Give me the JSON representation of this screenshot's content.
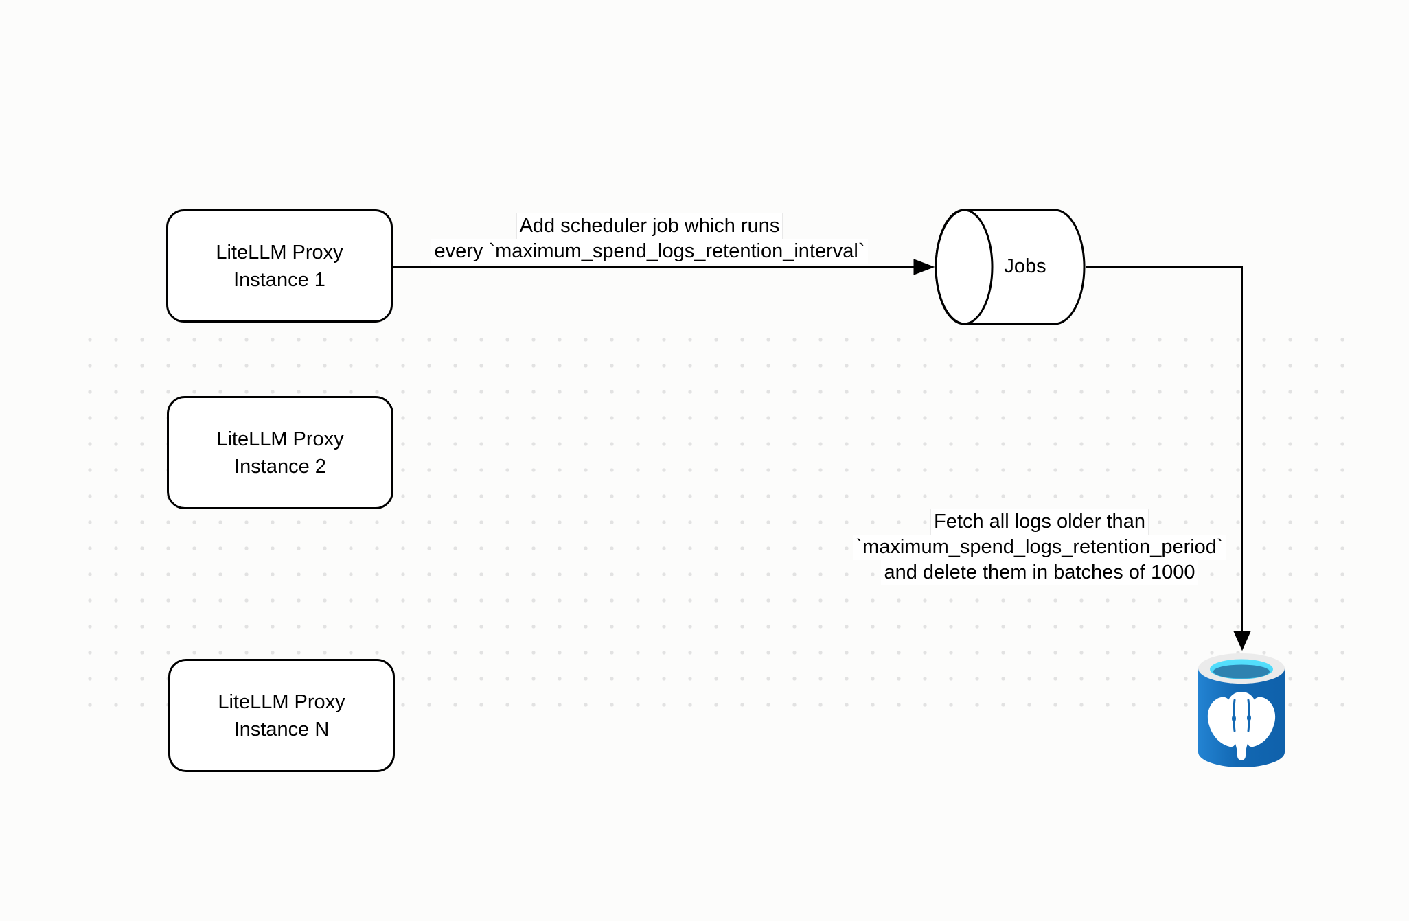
{
  "diagram": {
    "proxy_instances": [
      {
        "line1": "LiteLLM Proxy",
        "line2": "Instance 1"
      },
      {
        "line1": "LiteLLM Proxy",
        "line2": "Instance 2"
      },
      {
        "line1": "LiteLLM Proxy",
        "line2": "Instance N"
      }
    ],
    "jobs_queue": {
      "label": "Jobs"
    },
    "edges": {
      "scheduler": {
        "line1": "Add scheduler job which runs",
        "line2": "every `maximum_spend_logs_retention_interval`"
      },
      "cleanup": {
        "line1": "Fetch all logs older than",
        "line2": "`maximum_spend_logs_retention_period`",
        "line3": "and delete them in batches of 1000"
      }
    },
    "database": {
      "icon": "postgresql-database-icon"
    }
  },
  "colors": {
    "background": "#fcfcfb",
    "grid_dot": "#e2e2e2",
    "shape_stroke": "#000000",
    "shape_fill": "#ffffff",
    "postgres_blue_light": "#2383d2",
    "postgres_blue_dark": "#0f61ab",
    "postgres_ring": "#ebebeb",
    "postgres_cyan": "#4fd9f9",
    "postgres_cyan_dark": "#2e82b0"
  }
}
